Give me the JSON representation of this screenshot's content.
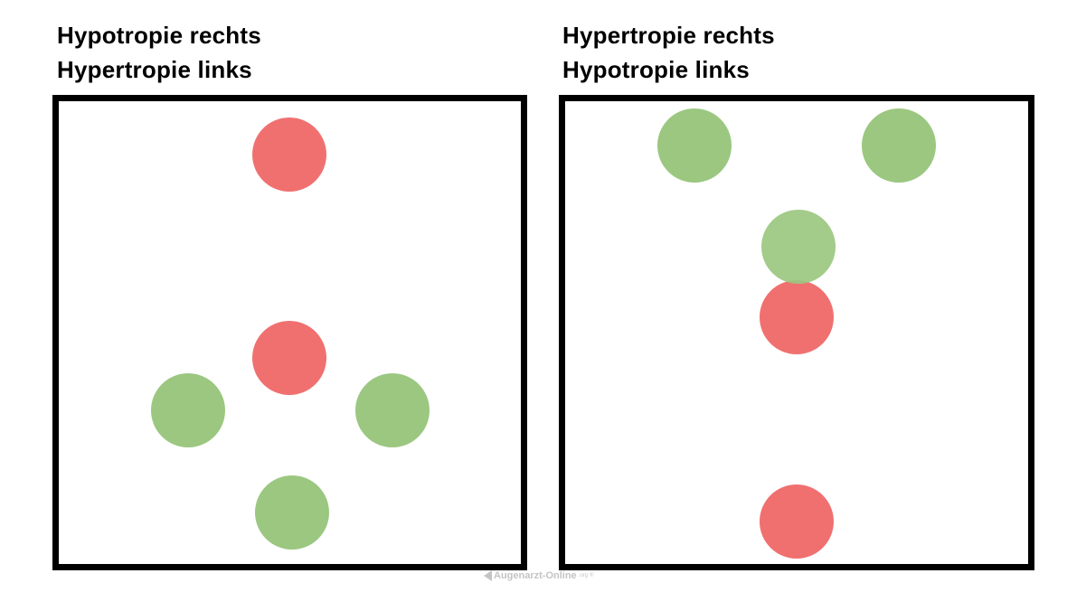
{
  "colors": {
    "red": "#f07070",
    "green": "#9bc780",
    "border": "#000000"
  },
  "panels": [
    {
      "title_line1": "Hypotropie rechts",
      "title_line2": "Hypertropie links"
    },
    {
      "title_line1": "Hypertropie rechts",
      "title_line2": "Hypotropie links"
    }
  ],
  "watermark": {
    "brand": "Augenarzt-Online",
    "suffix": ".org",
    "mark": "®",
    "icon": "eye-logo-icon"
  }
}
